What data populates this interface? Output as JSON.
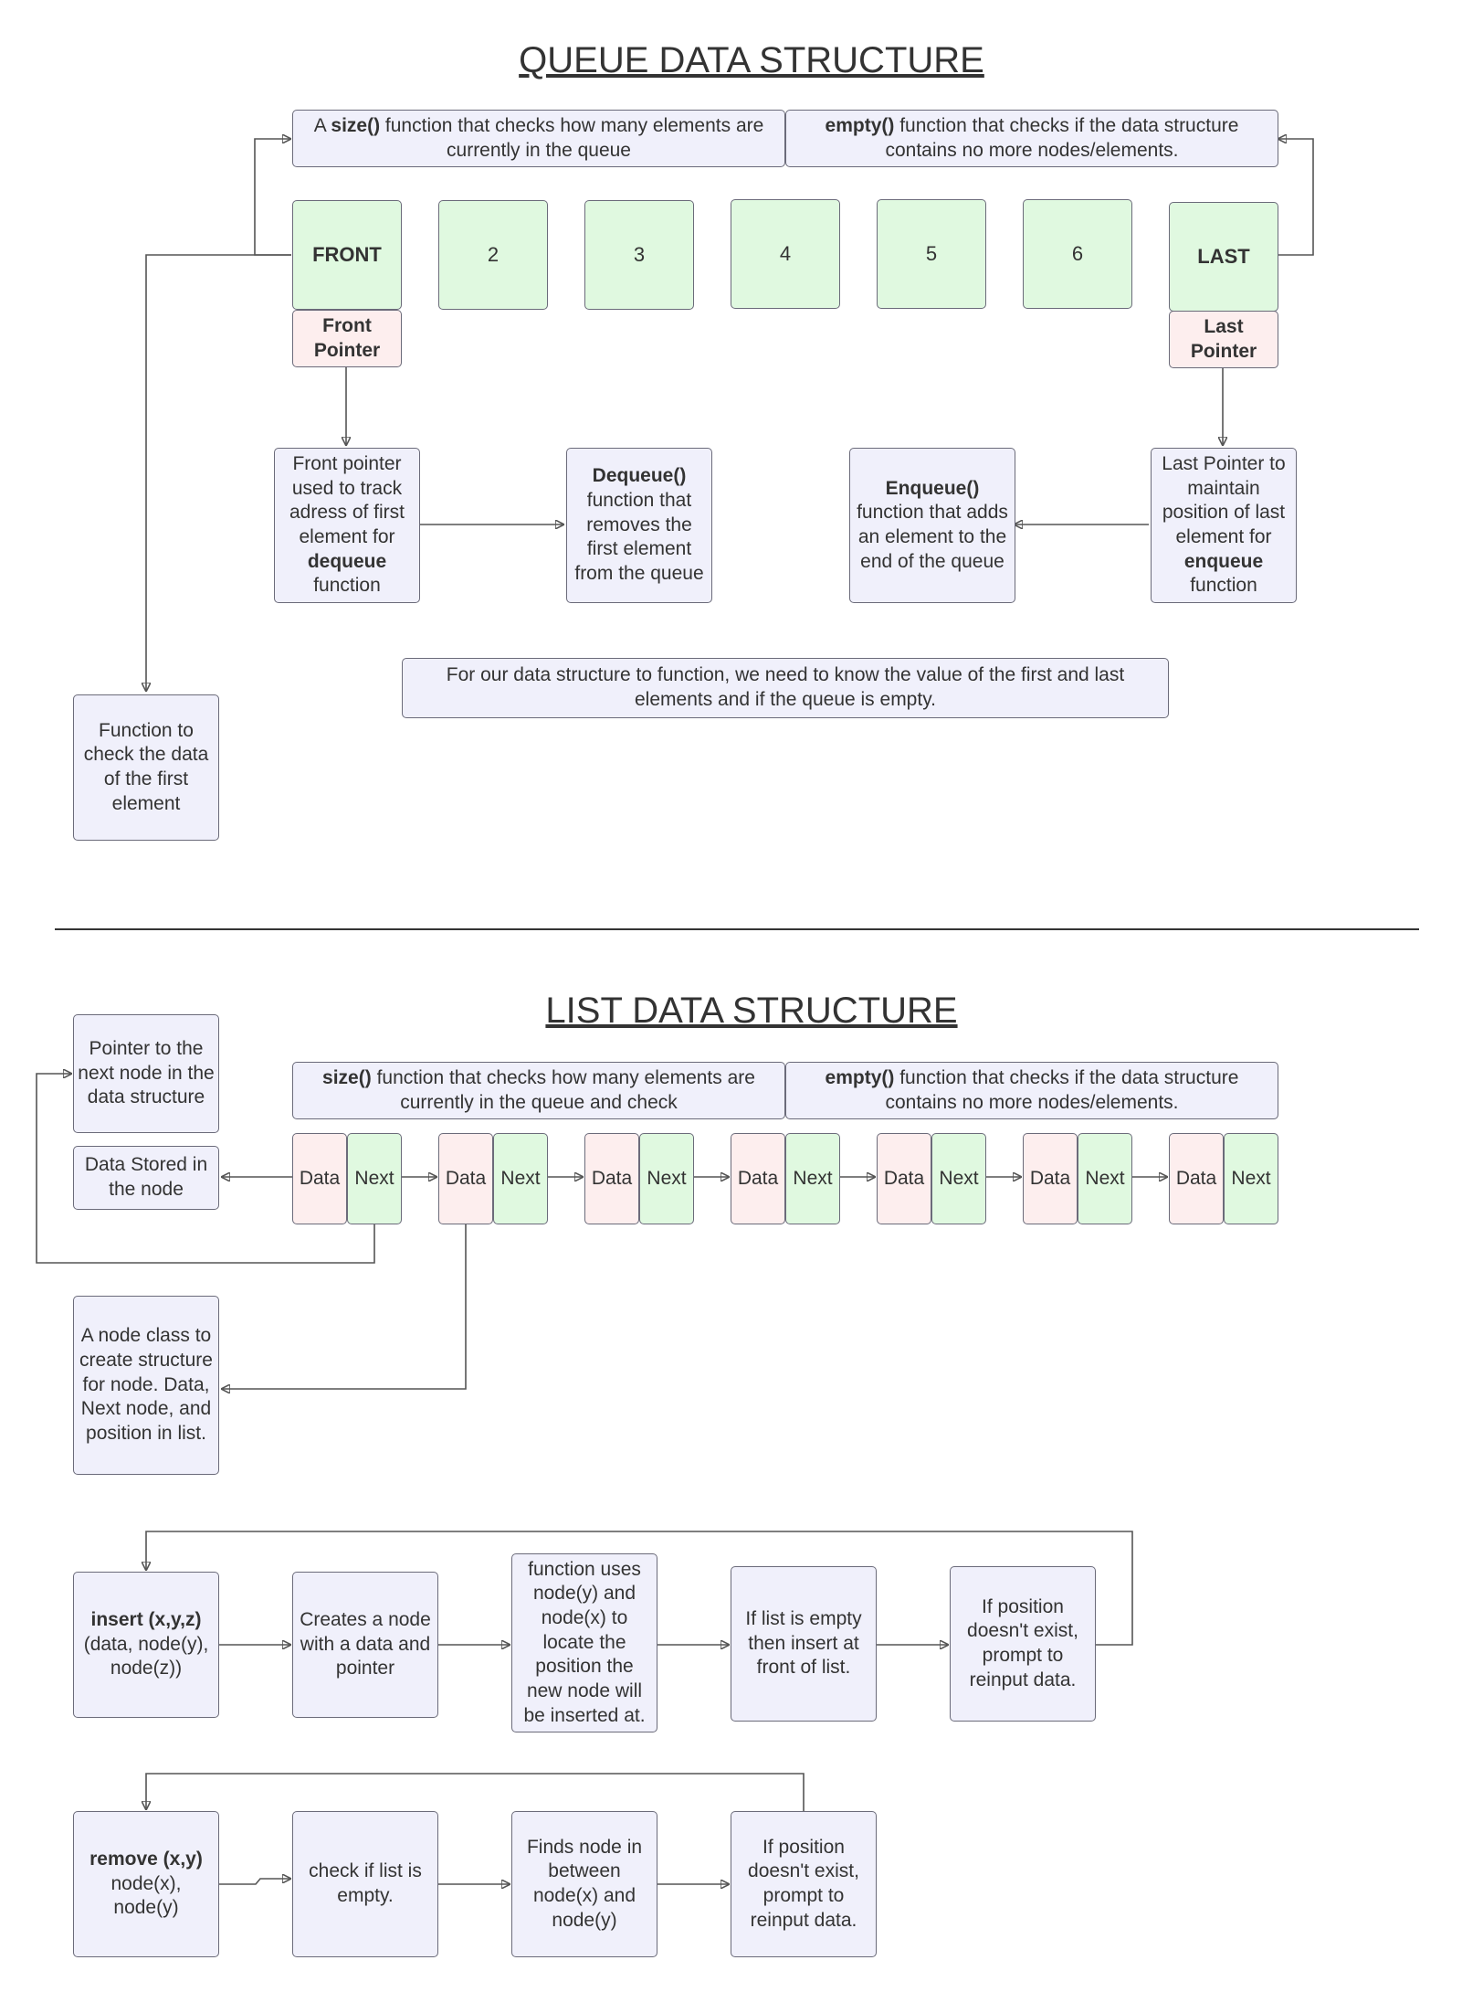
{
  "queue": {
    "title": "QUEUE DATA STRUCTURE",
    "size_note": {
      "pre": "A ",
      "bold": "size()",
      "post": " function that checks how many elements are currently in the queue"
    },
    "empty_note": {
      "bold": "empty()",
      "post": " function that checks if the data structure contains no more nodes/elements."
    },
    "nodes": [
      "FRONT",
      "2",
      "3",
      "4",
      "5",
      "6",
      "LAST"
    ],
    "front_pointer": "Front Pointer",
    "last_pointer": "Last Pointer",
    "front_desc": {
      "pre": "Front pointer used to track adress of first element for ",
      "bold": "dequeue",
      "post": " function"
    },
    "dequeue": {
      "bold": "Dequeue()",
      "post": "function that removes the first element from the queue"
    },
    "enqueue": {
      "bold": "Enqueue()",
      "post": "function that adds an element to the end of the queue"
    },
    "last_desc": {
      "pre": "Last Pointer to maintain position of last element for ",
      "bold": "enqueue",
      "post": " function"
    },
    "note": "For our data structure to function, we need to know the value of the first and last elements and if the queue is empty.",
    "check_first": "Function to check the data of the first element"
  },
  "list": {
    "title": "LIST DATA STRUCTURE",
    "pointer_note": "Pointer to the next node in the data structure",
    "data_note": "Data Stored in the node",
    "size_note": {
      "bold": "size()",
      "post": " function that checks how many elements are currently in the queue and check"
    },
    "empty_note": {
      "bold": "empty()",
      "post": " function that checks if the data structure contains no more nodes/elements."
    },
    "data_label": "Data",
    "next_label": "Next",
    "node_class_note": "A node class to create structure for node. Data, Next node, and position in list.",
    "insert": {
      "bold": "insert (x,y,z)",
      "post": "(data, node(y), node(z))"
    },
    "insert_steps": [
      "Creates a node with a data and pointer",
      "function uses node(y) and node(x) to locate the position the new node will be inserted at.",
      "If list is empty then insert at front of list.",
      "If position doesn't exist, prompt to reinput data."
    ],
    "remove": {
      "bold": "remove (x,y)",
      "post": "node(x), node(y)"
    },
    "remove_steps": [
      "check if list is empty.",
      "Finds node in between node(x) and node(y)",
      "If position doesn't exist, prompt to reinput data."
    ]
  },
  "colors": {
    "node_green": "#e0f9e0",
    "pointer_pink": "#fdeeee",
    "box_lavender": "#f0f0fb",
    "border": "#6b6b7a"
  }
}
